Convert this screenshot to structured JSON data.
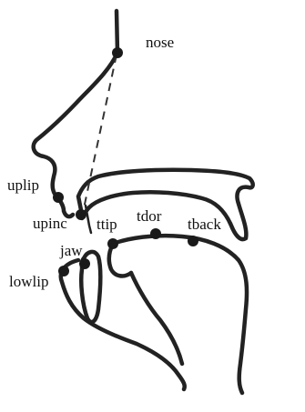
{
  "diagram": {
    "labels": {
      "nose": "nose",
      "uplip": "uplip",
      "upinc": "upinc",
      "ttip": "ttip",
      "tdor": "tdor",
      "tback": "tback",
      "jaw": "jaw",
      "lowlip": "lowlip"
    },
    "colors": {
      "outline": "#222222",
      "marker": "#1a1a1a",
      "background": "#ffffff"
    }
  }
}
